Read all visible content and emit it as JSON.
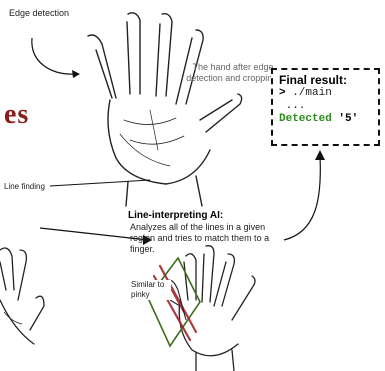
{
  "labels": {
    "edge_detection": "Edge detection",
    "hand_after": "The hand after edge detection and cropping.",
    "title_fragment": "es",
    "line_finding": "Line finding",
    "similar_to_pinky": "Similar to pinky"
  },
  "final_result": {
    "title": "Final result:",
    "prompt": ">",
    "command": " ./main",
    "ellipsis": " ...",
    "detected_word": "Detected",
    "detected_value": " '5'"
  },
  "ai": {
    "title": "Line-interpreting AI:",
    "description": "Analyzes all of the lines in a given region and tries to match them to a finger."
  },
  "colors": {
    "title": "#8b1c1c",
    "detected": "#2e8b1e",
    "region_box": "#3c6e1a",
    "finger_lines": "#a0282d"
  }
}
